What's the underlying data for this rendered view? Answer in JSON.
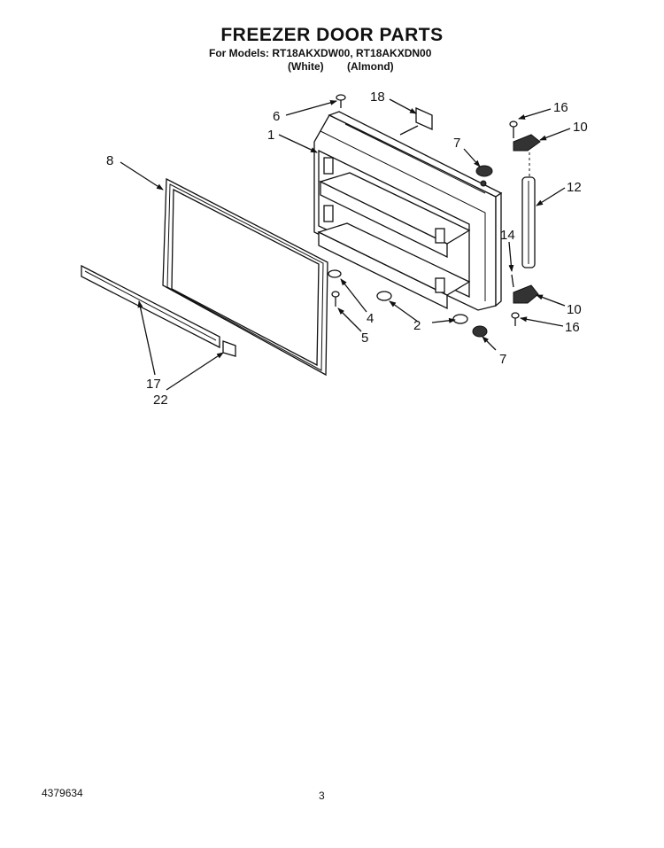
{
  "header": {
    "title": "FREEZER DOOR PARTS",
    "models_line": "For Models: RT18AKXDW00, RT18AKXDN00",
    "color_white": "(White)",
    "color_almond": "(Almond)"
  },
  "callouts": {
    "c1": "1",
    "c2": "2",
    "c4": "4",
    "c5": "5",
    "c6": "6",
    "c7a": "7",
    "c7b": "7",
    "c8": "8",
    "c10a": "10",
    "c10b": "10",
    "c12": "12",
    "c14": "14",
    "c16a": "16",
    "c16b": "16",
    "c17": "17",
    "c18": "18",
    "c22": "22"
  },
  "footer": {
    "doc_number": "4379634",
    "page_number": "3"
  }
}
